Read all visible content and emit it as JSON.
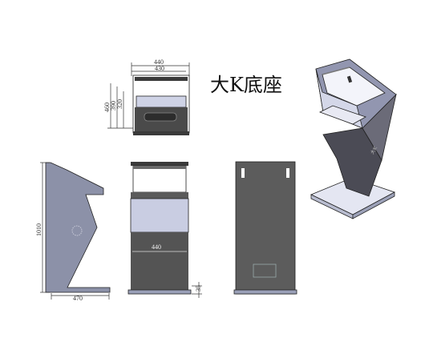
{
  "title": "大K底座",
  "dimensions": {
    "top_width_outer": "440",
    "top_width_inner": "430",
    "top_h1": "460",
    "top_h2": "390",
    "top_h3": "320",
    "side_height": "1010",
    "side_base_width": "470",
    "front_width": "440",
    "front_base_height": "35"
  },
  "logo_text": "大K"
}
